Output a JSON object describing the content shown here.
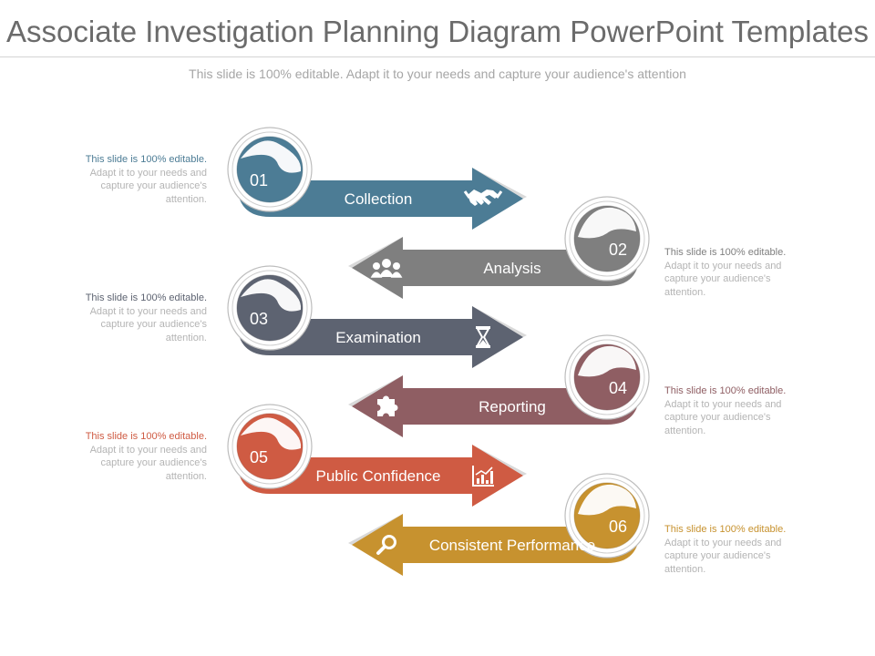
{
  "title": "Associate Investigation Planning Diagram PowerPoint Templates",
  "subtitle": "This slide is 100% editable. Adapt it to your needs and capture your audience's attention",
  "steps": [
    {
      "number": "01",
      "label": "Collection",
      "icon": "handshake-icon",
      "color": "#4c7c95",
      "note_head": "This slide is 100% editable.",
      "note_body": "Adapt it to your needs and capture your audience's attention."
    },
    {
      "number": "02",
      "label": "Analysis",
      "icon": "team-icon",
      "color": "#7f7f7f",
      "note_head": "This slide is 100% editable.",
      "note_body": "Adapt it to your needs and capture your audience's attention."
    },
    {
      "number": "03",
      "label": "Examination",
      "icon": "hourglass-icon",
      "color": "#5d6371",
      "note_head": "This slide is 100% editable.",
      "note_body": "Adapt it to your needs and capture your audience's attention."
    },
    {
      "number": "04",
      "label": "Reporting",
      "icon": "puzzle-icon",
      "color": "#8f5e63",
      "note_head": "This slide is 100% editable.",
      "note_body": "Adapt it to your needs and capture your audience's attention."
    },
    {
      "number": "05",
      "label": "Public Confidence",
      "icon": "chart-icon",
      "color": "#cf5b43",
      "note_head": "This slide is 100% editable.",
      "note_body": "Adapt it to your needs and capture your audience's attention."
    },
    {
      "number": "06",
      "label": "Consistent Performance",
      "icon": "magnifier-icon",
      "color": "#c7922f",
      "note_head": "This slide is 100% editable.",
      "note_body": "Adapt it to your needs and capture your audience's attention."
    }
  ]
}
